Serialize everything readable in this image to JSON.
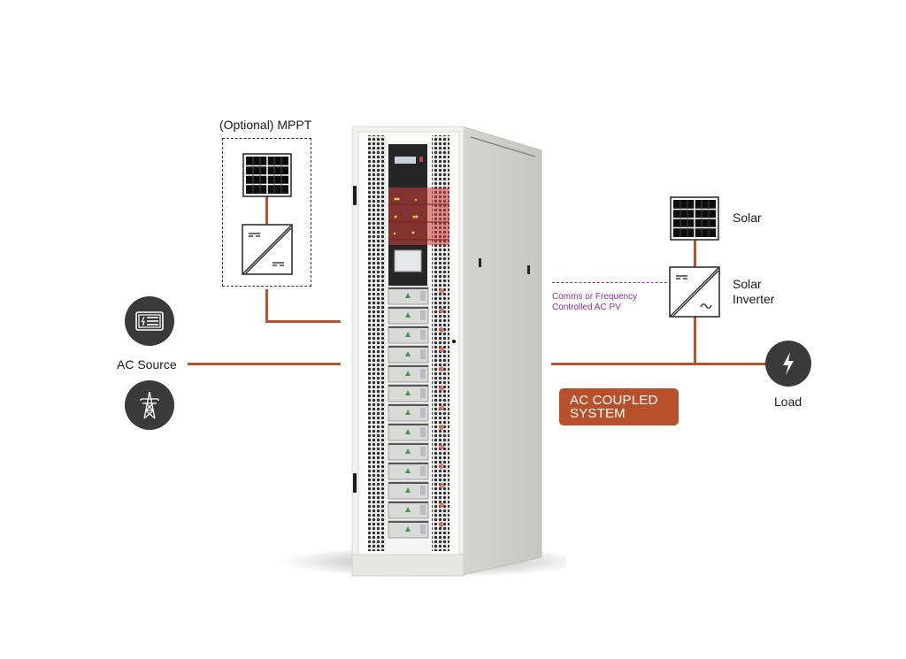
{
  "diagram": {
    "title": "AC Coupled System",
    "badge_label_line1": "AC COUPLED",
    "badge_label_line2": "SYSTEM",
    "colors": {
      "wire": "#b5552e",
      "badge": "#b8502c",
      "comms_text": "#8a2f9c",
      "icon_circle": "#3a3a3a"
    },
    "mppt": {
      "label": "(Optional) MPPT",
      "panel_icon": "solar-panel-icon",
      "converter_icon": "dc-dc-converter-icon"
    },
    "ac_source": {
      "label": "AC Source",
      "icons": [
        "generator-icon",
        "transmission-tower-icon"
      ]
    },
    "solar": {
      "label": "Solar",
      "icon": "solar-panel-icon"
    },
    "solar_inverter": {
      "label_line1": "Solar",
      "label_line2": "Inverter",
      "icon": "dc-ac-inverter-icon"
    },
    "comms": {
      "line1": "Comms or Frequency",
      "line2": "Controlled AC PV"
    },
    "load": {
      "label": "Load",
      "icon": "lightning-bolt-icon"
    },
    "cabinet": {
      "icon": "battery-cabinet-illustration",
      "battery_module_count": 13
    }
  }
}
